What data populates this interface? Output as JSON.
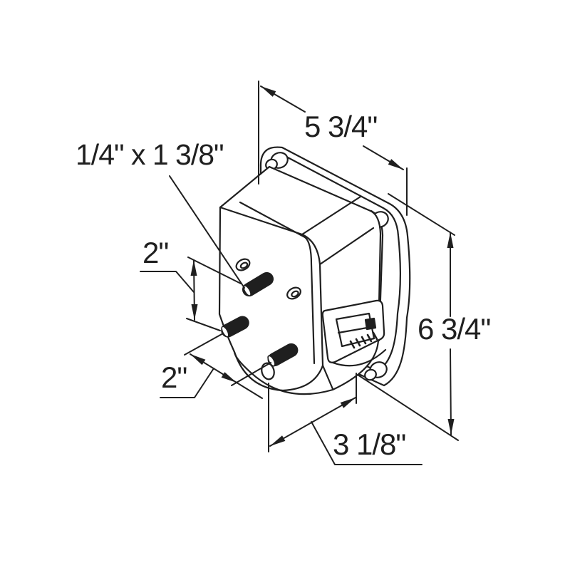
{
  "page": {
    "background": "#ffffff"
  },
  "drawing": {
    "name": "lamp-rear-isometric-mounting-diagram",
    "ink_color": "#1f1f1f",
    "labels": {
      "flange_width": "5 3/4\"",
      "flange_height": "6 3/4\"",
      "body_depth": "3 1/8\"",
      "stud_size": "1/4\" x 1 3/8\"",
      "stud_spacing_upper": "2\"",
      "stud_spacing_lower": "2\""
    }
  }
}
